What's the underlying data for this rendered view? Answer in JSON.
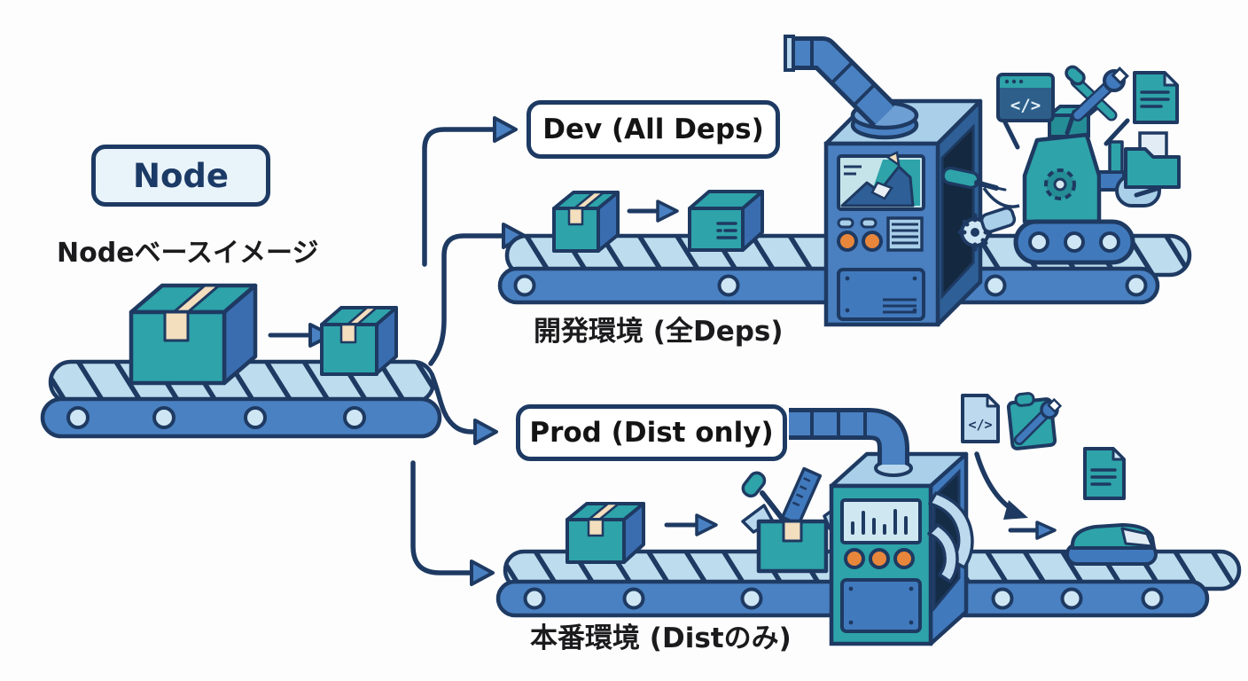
{
  "page": {
    "background": "#fdfdfd"
  },
  "node_source": {
    "badge": "Node",
    "caption": "Nodeベースイメージ"
  },
  "dev_branch": {
    "tag": "Dev (All Deps)",
    "caption": "開発環境 (全Deps)"
  },
  "prod_branch": {
    "tag": "Prod (Dist only)",
    "caption": "本番環境 (Distのみ)"
  },
  "icons": {
    "code_glyph": "</>",
    "top_icons": [
      "code-window-icon",
      "crossed-tools-icon",
      "document-icon",
      "folder-icon"
    ],
    "bottom_icons": [
      "code-file-icon",
      "toolbox-icon",
      "dist-document-icon"
    ]
  },
  "colors": {
    "navy": "#1e3a62",
    "blue": "#4a81c2",
    "blue_dark": "#2e5f96",
    "light_blue": "#b9d8ee",
    "pale_blue": "#cfe6f4",
    "machine_top": "#a9cfe9",
    "teal": "#2ea3a9",
    "teal_dark": "#258d95",
    "cream": "#f3debd",
    "orange": "#e8863b",
    "label_border": "#1d3a63",
    "text": "#1b1b1d"
  }
}
